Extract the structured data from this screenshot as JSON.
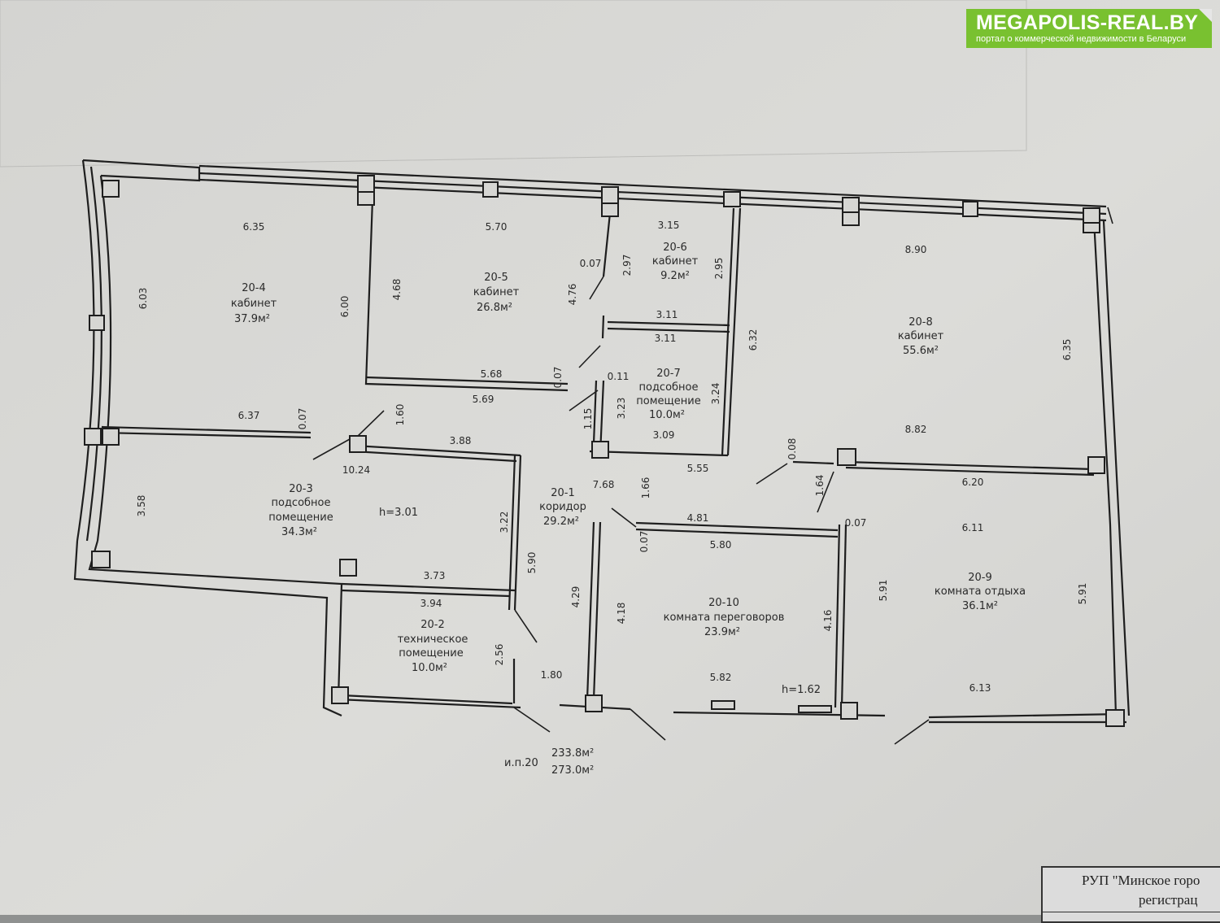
{
  "watermark": {
    "title": "MEGAPOLIS-REAL.BY",
    "subtitle": "портал о коммерческой недвижимости в Беларуси",
    "color": "#79c130"
  },
  "stamp": {
    "line1": "РУП \"Минское горо",
    "line2": "регистрац"
  },
  "rooms": [
    {
      "id": "20-4",
      "name": "кабинет",
      "area": "37.9м²"
    },
    {
      "id": "20-5",
      "name": "кабинет",
      "area": "26.8м²"
    },
    {
      "id": "20-6",
      "name": "кабинет",
      "area": "9.2м²"
    },
    {
      "id": "20-7",
      "name": [
        "подсобное",
        "помещение"
      ],
      "area": "10.0м²"
    },
    {
      "id": "20-8",
      "name": "кабинет",
      "area": "55.6м²"
    },
    {
      "id": "20-3",
      "name": [
        "подсобное",
        "помещение"
      ],
      "area": "34.3м²"
    },
    {
      "id": "20-1",
      "name": "коридор",
      "area": "29.2м²"
    },
    {
      "id": "20-2",
      "name": [
        "техническое",
        "помещение"
      ],
      "area": "10.0м²"
    },
    {
      "id": "20-10",
      "name": "комната переговоров",
      "area": "23.9м²"
    },
    {
      "id": "20-9",
      "name": "комната отдыха",
      "area": "36.1м²"
    }
  ],
  "heights": [
    "h=3.01",
    "h=1.62"
  ],
  "dimensions": [
    "6.35",
    "5.70",
    "3.15",
    "8.90",
    "6.03",
    "6.00",
    "4.68",
    "0.07",
    "2.97",
    "4.76",
    "2.95",
    "3.11",
    "3.11",
    "6.32",
    "6.35",
    "5.68",
    "0.07",
    "5.69",
    "0.11",
    "3.23",
    "3.24",
    "1.15",
    "6.37",
    "0.07",
    "1.60",
    "10.24",
    "3.88",
    "3.09",
    "8.82",
    "0.08",
    "5.55",
    "1.64",
    "6.20",
    "3.58",
    "7.68",
    "1.66",
    "3.22",
    "4.81",
    "0.07",
    "6.11",
    "0.07",
    "5.80",
    "5.90",
    "3.73",
    "3.94",
    "4.29",
    "4.18",
    "5.91",
    "5.91",
    "4.16",
    "2.56",
    "1.80",
    "5.82",
    "6.13"
  ],
  "totals": {
    "label": "и.п.20",
    "area1": "233.8м²",
    "area2": "273.0м²"
  }
}
